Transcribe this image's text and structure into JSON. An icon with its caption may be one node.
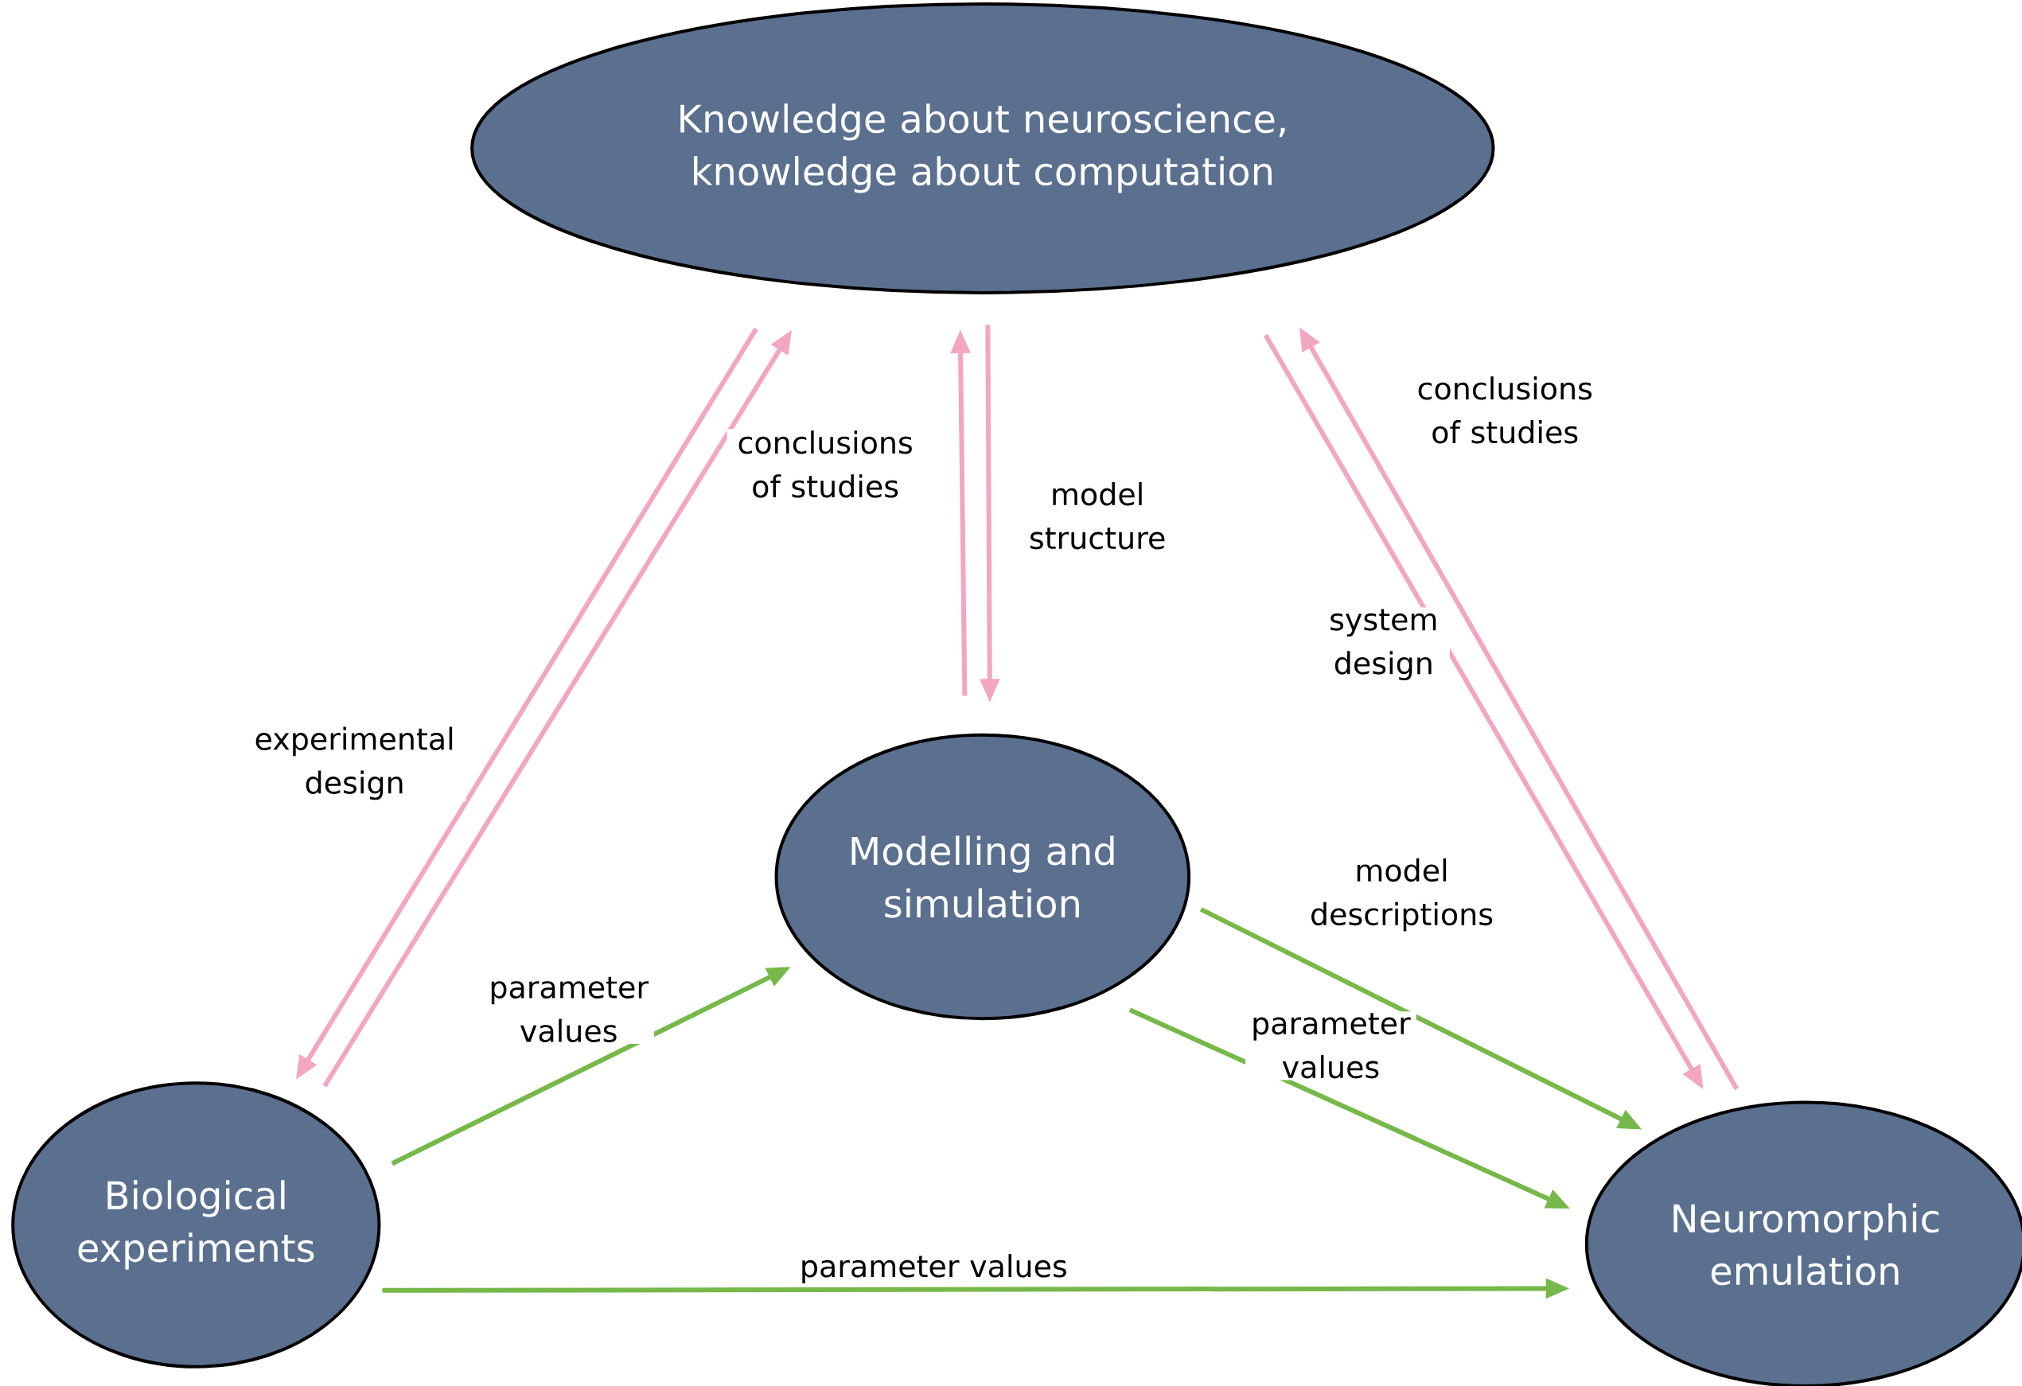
{
  "diagram": {
    "nodes": [
      {
        "text": [
          "Knowledge about neuroscience, knowledge about computation"
        ]
      },
      {
        "text": [
          "Modelling and simulation"
        ]
      },
      {
        "text": [
          "Biological experiments"
        ]
      },
      {
        "text": [
          "Neuromorphic emulation"
        ]
      }
    ],
    "edges": [
      {
        "from": 0,
        "to": 2,
        "arrow": "to",
        "label": "experimental design"
      },
      {
        "from": 2,
        "to": 0,
        "arrow": "to",
        "label": "conclusions of studies"
      },
      {
        "from": 1,
        "to": 0,
        "arrow": "to"
      },
      {
        "from": 0,
        "to": 1,
        "arrow": "to",
        "label": "model structure"
      },
      {
        "from": 0,
        "to": 3,
        "arrow": "to",
        "label": "system design"
      },
      {
        "from": 3,
        "to": 0,
        "arrow": "to",
        "label": "conclusions of studies"
      },
      {
        "from": 2,
        "to": 1,
        "arrow": "to",
        "label": "parameter values",
        "color": "#76b84a"
      },
      {
        "from": 1,
        "to": 3,
        "arrow": "to",
        "label": "model descriptions",
        "color": "#76b84a"
      },
      {
        "from": 1,
        "to": 3,
        "arrow": "to",
        "label": "parameter values",
        "color": "#76b84a"
      },
      {
        "from": 2,
        "to": 3,
        "arrow": "to",
        "label": "parameter values",
        "color": "#76b84a"
      }
    ]
  }
}
